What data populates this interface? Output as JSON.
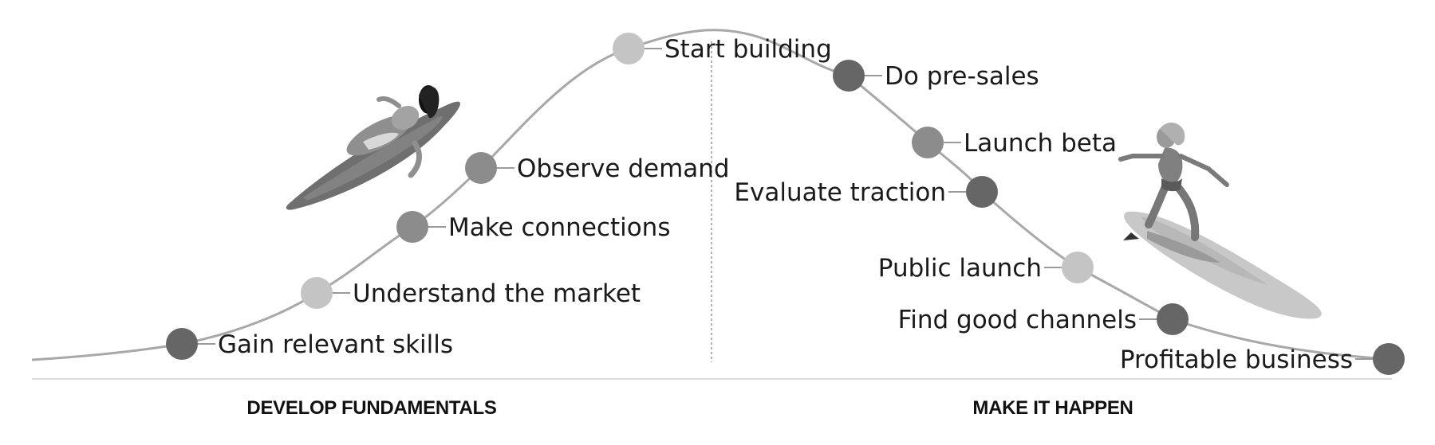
{
  "phases": {
    "left": "DEVELOP FUNDAMENTALS",
    "right": "MAKE IT HAPPEN"
  },
  "steps": [
    {
      "label": "Gain relevant skills",
      "shade": "dark"
    },
    {
      "label": "Understand the market",
      "shade": "light"
    },
    {
      "label": "Make connections",
      "shade": "medium"
    },
    {
      "label": "Observe demand",
      "shade": "medium"
    },
    {
      "label": "Start building",
      "shade": "light"
    },
    {
      "label": "Do pre-sales",
      "shade": "dark"
    },
    {
      "label": "Launch beta",
      "shade": "medium"
    },
    {
      "label": "Evaluate traction",
      "shade": "dark"
    },
    {
      "label": "Public launch",
      "shade": "light"
    },
    {
      "label": "Find good channels",
      "shade": "dark"
    },
    {
      "label": "Profitable business",
      "shade": "dark"
    }
  ],
  "colors": {
    "dark": "#666666",
    "medium": "#8c8c8c",
    "light": "#c4c4c4",
    "curve": "#a8a8a8",
    "baseline": "#dcdcdc",
    "divider": "#9a9a9a"
  },
  "illustrations": [
    "surfer-paddling-icon",
    "surfer-riding-icon"
  ]
}
